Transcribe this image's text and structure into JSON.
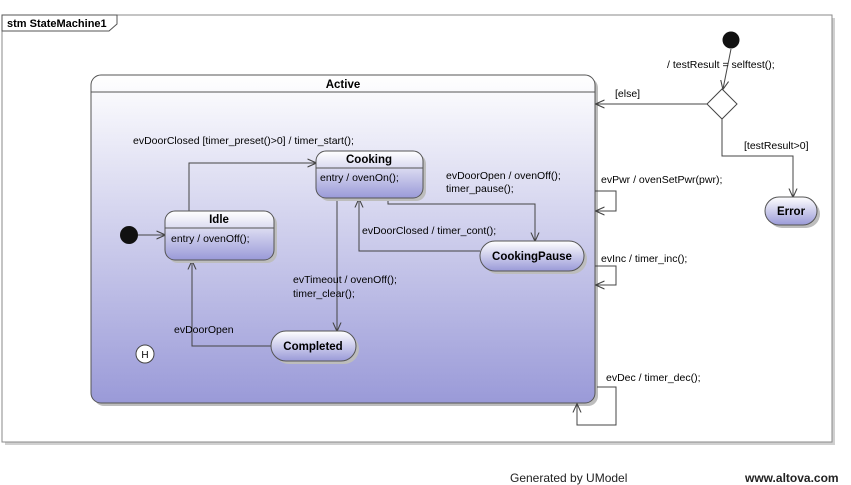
{
  "frame": {
    "title": "stm StateMachine1"
  },
  "states": {
    "active": {
      "name": "Active"
    },
    "cooking": {
      "name": "Cooking",
      "activity": "entry / ovenOn();"
    },
    "idle": {
      "name": "Idle",
      "activity": "entry / ovenOff();"
    },
    "cooking_pause": {
      "name": "CookingPause"
    },
    "completed": {
      "name": "Completed"
    },
    "error": {
      "name": "Error"
    },
    "history": {
      "name": "H"
    }
  },
  "transitions": {
    "init_action": "/ testResult = selftest();",
    "else_guard": "[else]",
    "test_guard": "[testResult>0]",
    "door_closed_start": "evDoorClosed [timer_preset()>0] / timer_start();",
    "door_open_pause_1": "evDoorOpen / ovenOff();",
    "door_open_pause_2": "timer_pause();",
    "door_closed_cont": "evDoorClosed / timer_cont();",
    "timeout_1": "evTimeout / ovenOff();",
    "timeout_2": "timer_clear();",
    "door_open": "evDoorOpen",
    "ev_pwr": "evPwr / ovenSetPwr(pwr);",
    "ev_inc": "evInc / timer_inc();",
    "ev_dec": "evDec / timer_dec();"
  },
  "colors": {
    "state_fill_top": "#ffffff",
    "state_fill_bottom": "#9a9ad8",
    "outline": "#555555",
    "line": "#444444",
    "pseudo": "#111111"
  },
  "footer": {
    "generated": "Generated by UModel",
    "website": "www.altova.com"
  }
}
